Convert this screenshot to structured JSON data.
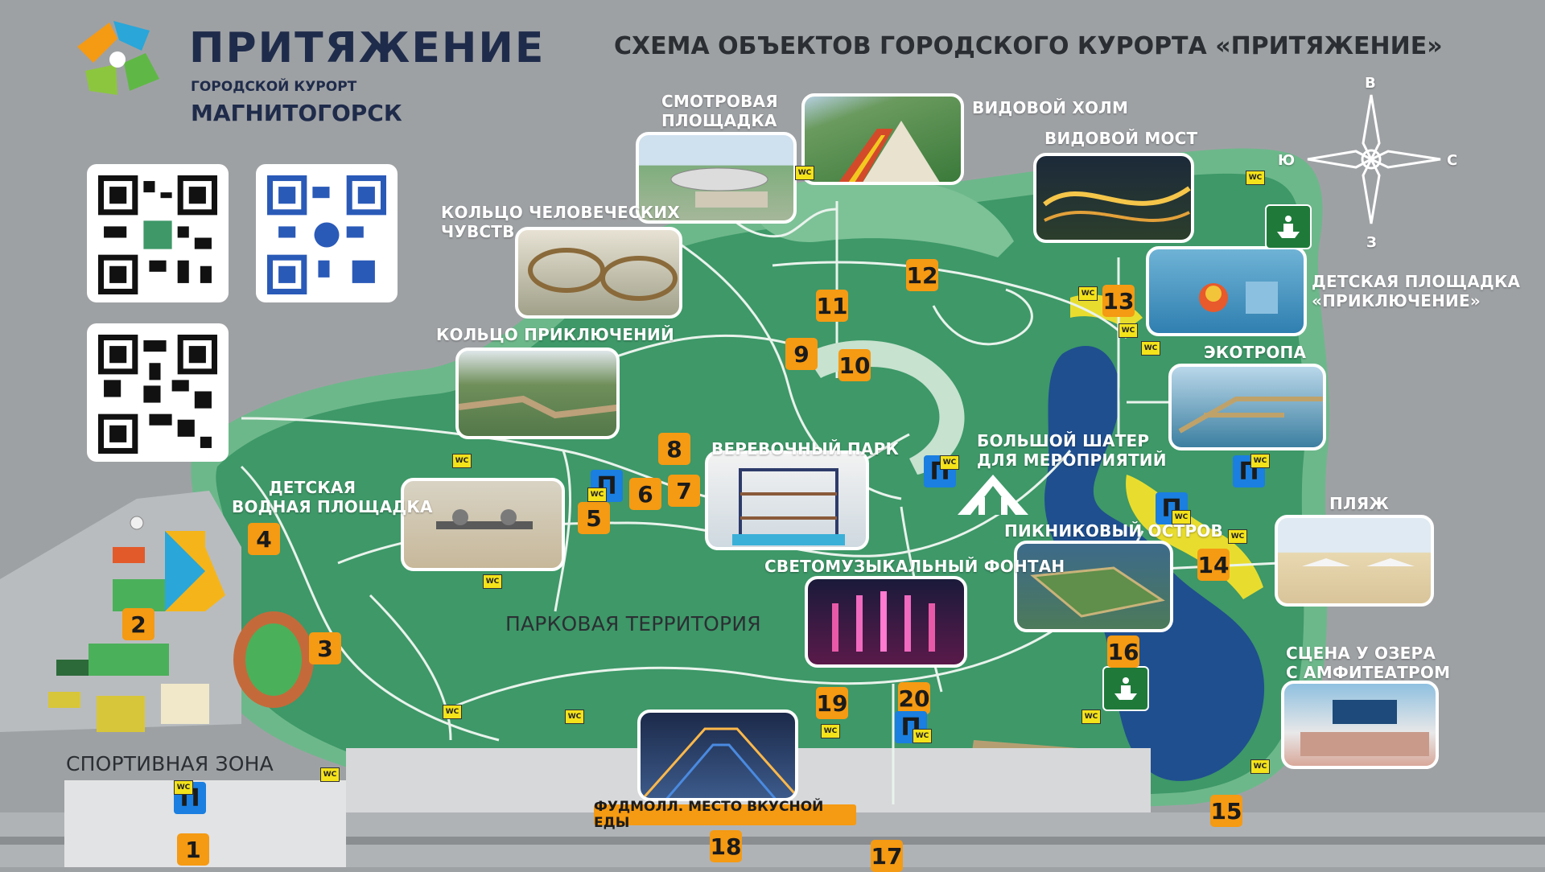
{
  "header": {
    "brand_name": "ПРИТЯЖЕНИЕ",
    "brand_sub1": "ГОРОДСКОЙ КУРОРТ",
    "brand_sub2": "МАГНИТОГОРСК",
    "map_title": "СХЕМА ОБЪЕКТОВ ГОРОДСКОГО КУРОРТА «ПРИТЯЖЕНИЕ»"
  },
  "compass": {
    "north": "В",
    "south": "З",
    "west": "Ю",
    "east": "С"
  },
  "labels": {
    "observation_deck": [
      "СМОТРОВАЯ",
      "ПЛОЩАДКА"
    ],
    "view_hill": "ВИДОВОЙ ХОЛМ",
    "view_bridge": "ВИДОВОЙ МОСТ",
    "human_senses_ring": [
      "КОЛЬЦО ЧЕЛОВЕЧЕСКИХ",
      "ЧУВСТВ"
    ],
    "kids_playground": [
      "ДЕТСКАЯ ПЛОЩАДКА",
      "«ПРИКЛЮЧЕНИЕ»"
    ],
    "eco_trail": "ЭКОТРОПА",
    "adventure_ring": "КОЛЬЦО ПРИКЛЮЧЕНИЙ",
    "rope_park": "ВЕРЕВОЧНЫЙ ПАРК",
    "big_tent": [
      "БОЛЬШОЙ ШАТЕР",
      "ДЛЯ МЕРОПРИЯТИЙ"
    ],
    "kids_water": [
      "ДЕТСКАЯ",
      "ВОДНАЯ ПЛОЩАДКА"
    ],
    "picnic_island": "ПИКНИКОВЫЙ ОСТРОВ",
    "beach": "ПЛЯЖ",
    "fountain": "СВЕТОМУЗЫКАЛЬНЫЙ ФОНТАН",
    "park_territory": "ПАРКОВАЯ ТЕРРИТОРИЯ",
    "lake_stage": [
      "СЦЕНА У ОЗЕРА",
      "С АМФИТЕАТРОМ"
    ],
    "sports_zone": "СПОРТИВНАЯ ЗОНА",
    "foodmall": "ФУДМОЛЛ. МЕСТО ВКУСНОЙ ЕДЫ"
  },
  "markers": {
    "m1": "1",
    "m2": "2",
    "m3": "3",
    "m4": "4",
    "m5": "5",
    "m6": "6",
    "m7": "7",
    "m8": "8",
    "m9": "9",
    "m10": "10",
    "m11": "11",
    "m12": "12",
    "m13": "13",
    "m14": "14",
    "m15": "15",
    "m16": "16",
    "m17": "17",
    "m18": "18",
    "m19": "19",
    "m20": "20"
  },
  "wc_text": "WC",
  "parking_text": "П",
  "colors": {
    "background": "#9ea1a4",
    "park_green": "#3e9868",
    "light_green": "#6db88b",
    "lake_blue": "#1f4f8f",
    "marker_orange": "#f59a13",
    "wc_yellow": "#f4e21a",
    "parking_blue": "#1a7fe0",
    "title_navy": "#1f2b4a"
  }
}
